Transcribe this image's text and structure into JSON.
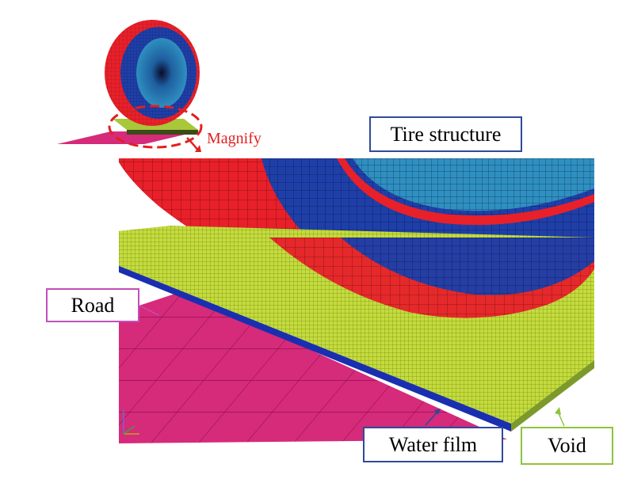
{
  "labels": {
    "magnify": "Magnify",
    "tire_structure": "Tire structure",
    "road": "Road",
    "water_film": "Water film",
    "void": "Void"
  },
  "colors": {
    "tire_red": "#e8202a",
    "tire_blue": "#1f3fa8",
    "tire_cyan": "#2f8fc0",
    "road_magenta": "#d62a7a",
    "void_green": "#c4dc3c",
    "water_blue": "#1a2fb0",
    "box_tire": "#2f4a9a",
    "box_road": "#c050b8",
    "box_water": "#2f4a9a",
    "box_void": "#8cc43c",
    "magnify_red": "#e02020"
  }
}
